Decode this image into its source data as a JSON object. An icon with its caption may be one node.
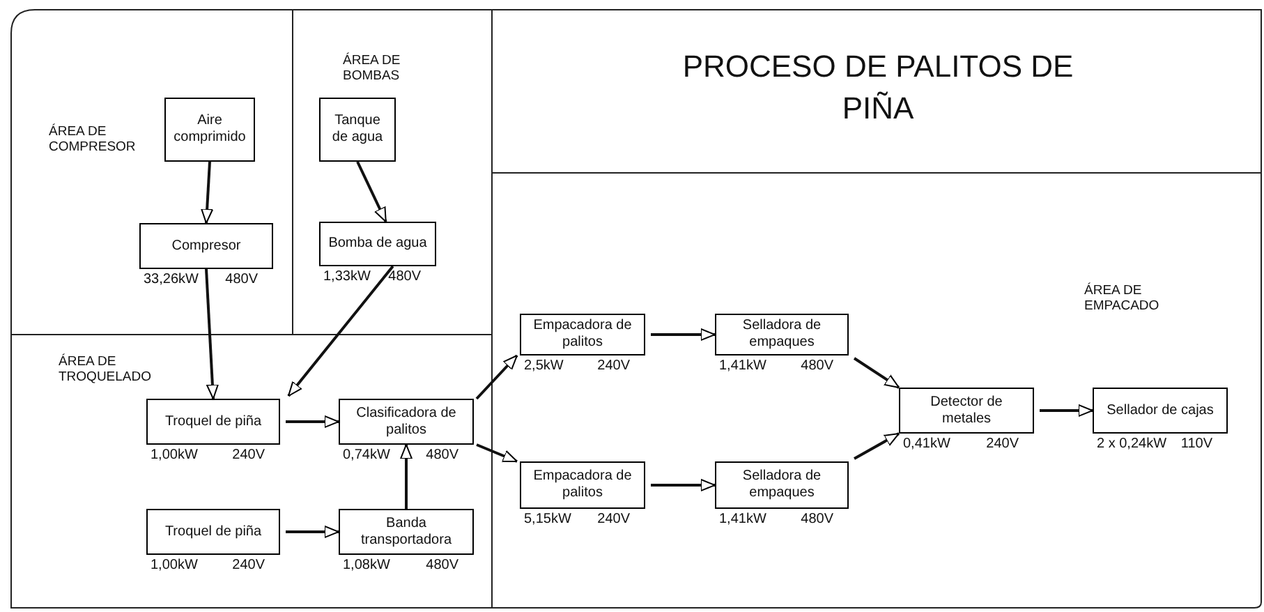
{
  "diagram": {
    "title": "PROCESO DE PALITOS DE PIÑA",
    "nodes": [
      {
        "text": [
          "Aire comprimido"
        ]
      },
      {
        "text": [
          "Tanque de agua"
        ]
      },
      {
        "text": [
          "Compresor"
        ],
        "beside": [
          "33,26kW",
          "480V"
        ]
      },
      {
        "text": [
          "Bomba de agua"
        ],
        "beside": [
          "1,33kW",
          "480V"
        ]
      },
      {
        "text": [
          "Empacadora de palitos"
        ],
        "beside": [
          "2,5kW",
          "240V"
        ]
      },
      {
        "text": [
          "Selladora de empaques"
        ],
        "beside": [
          "1,41kW",
          "480V"
        ]
      },
      {
        "text": [
          "Troquel de piña"
        ],
        "beside": [
          "1,00kW",
          "240V"
        ]
      },
      {
        "text": [
          "Clasificadora de palitos"
        ],
        "beside": [
          "0,74kW",
          "480V"
        ]
      },
      {
        "text": [
          "Detector de metales"
        ],
        "beside": [
          "0,41kW",
          "240V"
        ]
      },
      {
        "text": [
          "Sellador de cajas"
        ],
        "beside": [
          "2 x 0,24kW",
          "110V"
        ]
      },
      {
        "text": [
          "Empacadora de palitos"
        ],
        "beside": [
          "5,15kW",
          "240V"
        ]
      },
      {
        "text": [
          "Selladora de empaques"
        ],
        "beside": [
          "1,41kW",
          "480V"
        ]
      },
      {
        "text": [
          "Troquel de piña"
        ],
        "beside": [
          "1,00kW",
          "240V"
        ]
      },
      {
        "text": [
          "Banda transportadora"
        ],
        "beside": [
          "1,08kW",
          "480V"
        ]
      }
    ],
    "edges": [
      {
        "from": 0,
        "to": 2,
        "arrow": "to"
      },
      {
        "from": 1,
        "to": 3,
        "arrow": "to"
      },
      {
        "from": 2,
        "to": 6,
        "arrow": "to"
      },
      {
        "from": 3,
        "to": 6,
        "arrow": "to"
      },
      {
        "from": 6,
        "to": 7,
        "arrow": "to"
      },
      {
        "from": 13,
        "to": 7,
        "arrow": "to"
      },
      {
        "from": 12,
        "to": 13,
        "arrow": "to"
      },
      {
        "from": 7,
        "to": 4,
        "arrow": "to"
      },
      {
        "from": 7,
        "to": 10,
        "arrow": "to"
      },
      {
        "from": 4,
        "to": 5,
        "arrow": "to"
      },
      {
        "from": 10,
        "to": 11,
        "arrow": "to"
      },
      {
        "from": 5,
        "to": 8,
        "arrow": "to"
      },
      {
        "from": 11,
        "to": 8,
        "arrow": "to"
      },
      {
        "from": 8,
        "to": 9,
        "arrow": "to"
      }
    ],
    "labels": [
      "ÁREA DE BOMBAS",
      "ÁREA DE COMPRESOR",
      "ÁREA DE EMPACADO",
      "ÁREA DE TROQUELADO"
    ]
  }
}
